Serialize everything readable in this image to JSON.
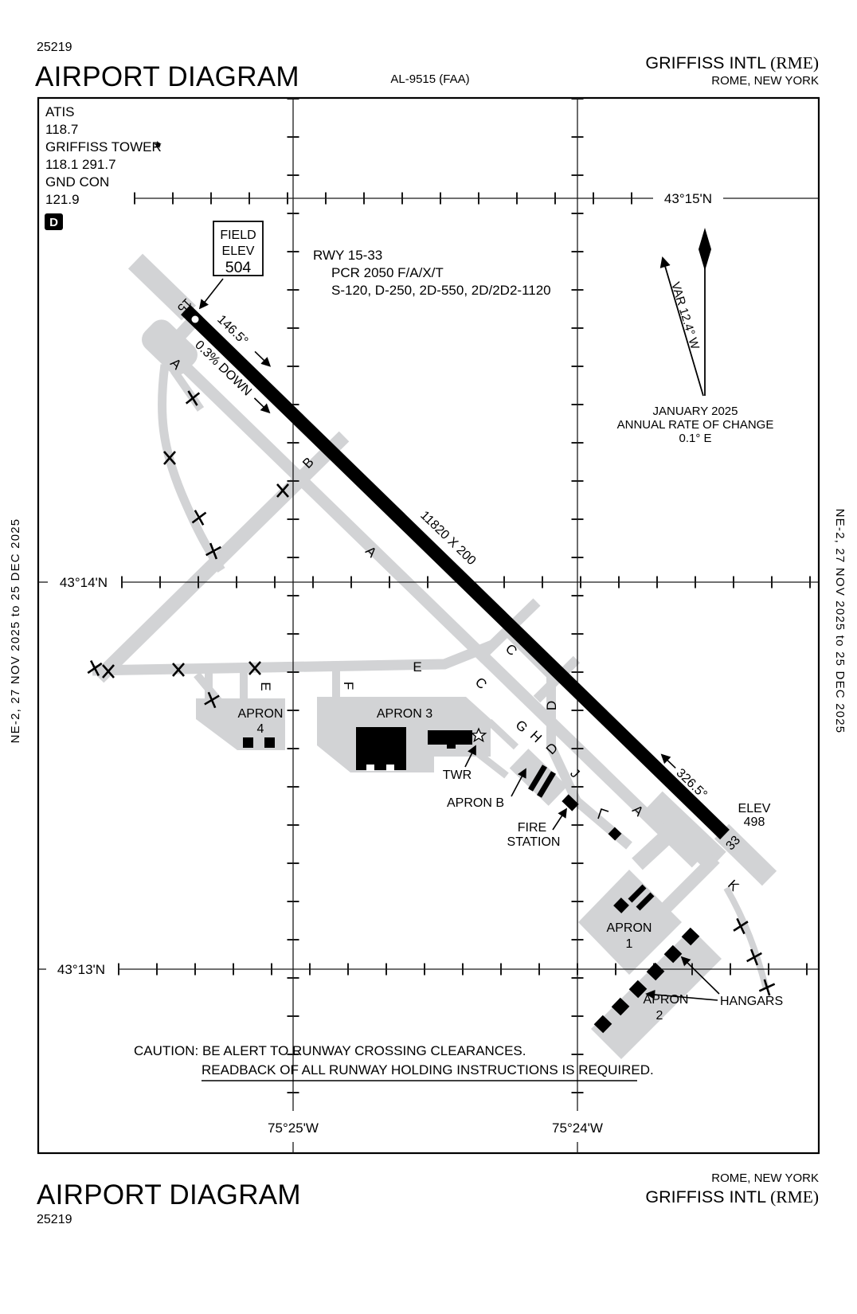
{
  "colors": {
    "pavement": "#d2d3d5",
    "ink": "#000000"
  },
  "header": {
    "edition": "25219",
    "title": "AIRPORT DIAGRAM",
    "chart_id": "AL-9515 (FAA)",
    "airport_name": "GRIFFISS INTL",
    "airport_code": "(RME)",
    "city": "ROME, NEW YORK"
  },
  "footer": {
    "title": "AIRPORT DIAGRAM",
    "edition": "25219",
    "city": "ROME, NEW YORK",
    "airport_name": "GRIFFISS INTL",
    "airport_code": "(RME)"
  },
  "side_text": "NE-2,  27 NOV 2025  to  25 DEC 2025",
  "frequencies": {
    "atis_label": "ATIS",
    "atis_freq": "118.7",
    "tower_label": "GRIFFISS TOWER",
    "tower_star": "★",
    "tower_freqs": "118.1  291.7",
    "ground_label": "GND CON",
    "ground_freq": "121.9",
    "hot_spot": "D"
  },
  "field_elev": {
    "label1": "FIELD",
    "label2": "ELEV",
    "value": "504"
  },
  "runway_info": {
    "line1": "RWY 15-33",
    "line2": "PCR 2050 F/A/X/T",
    "line3": "S-120, D-250, 2D-550, 2D/2D2-1120"
  },
  "compass": {
    "variation": "VAR 12.4° W",
    "date": "JANUARY 2025",
    "rate_label": "ANNUAL RATE OF CHANGE",
    "rate_value": "0.1° E"
  },
  "runway": {
    "id_15": "15",
    "id_33": "33",
    "heading_15": "146.5°",
    "slope": "0.3% DOWN",
    "dimensions": "11820 X 200",
    "heading_33": "326.5°",
    "elev33_label": "ELEV",
    "elev33_value": "498"
  },
  "coordinates": {
    "lat_43_15": "43°15'N",
    "lat_43_14": "43°14'N",
    "lat_43_13": "43°13'N",
    "lon_75_25": "75°25'W",
    "lon_75_24": "75°24'W"
  },
  "taxiways": {
    "a": "A",
    "b": "B",
    "c": "C",
    "d": "D",
    "e": "E",
    "f": "F",
    "g": "G",
    "h": "H",
    "j": "J",
    "k": "K"
  },
  "aprons": {
    "apron1_line1": "APRON",
    "apron1_line2": "1",
    "apron2_line1": "APRON",
    "apron2_line2": "2",
    "apron3": "APRON 3",
    "apron4_line1": "APRON",
    "apron4_line2": "4",
    "apron_b": "APRON B"
  },
  "facilities": {
    "tower": "TWR",
    "fire_line1": "FIRE",
    "fire_line2": "STATION",
    "hangars": "HANGARS"
  },
  "caution": {
    "line1": "CAUTION: BE ALERT TO RUNWAY CROSSING CLEARANCES.",
    "line2": "READBACK OF ALL RUNWAY HOLDING INSTRUCTIONS IS REQUIRED."
  }
}
